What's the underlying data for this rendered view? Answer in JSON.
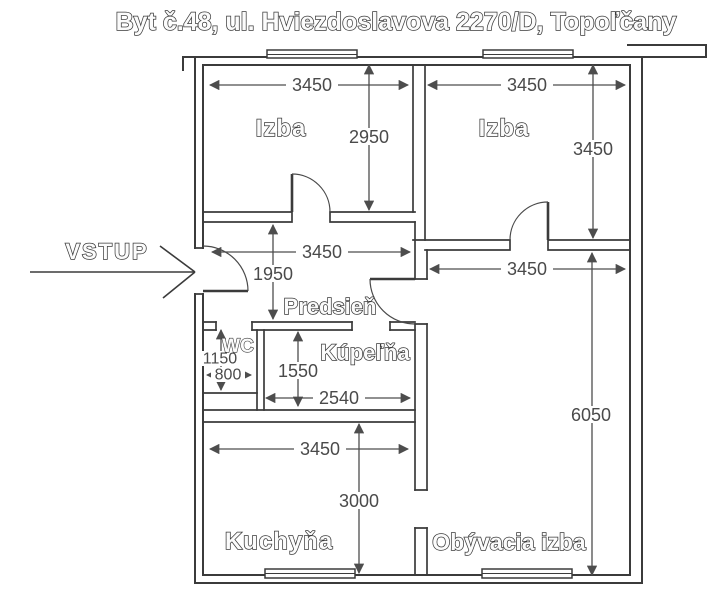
{
  "title": "Byt č.48, ul. Hviezdoslavova 2270/D, Topoľčany",
  "entrance": {
    "label": "VSTUP"
  },
  "rooms": {
    "izba1": {
      "name": "Izba",
      "width_mm": "3450",
      "height_mm": "2950"
    },
    "izba2": {
      "name": "Izba",
      "width_mm": "3450",
      "height_mm": "3450"
    },
    "predsien": {
      "name": "Predsieň",
      "width_mm": "3450",
      "height_mm": "1950"
    },
    "wc": {
      "name": "WC",
      "width_mm": "800",
      "height_mm": "1150"
    },
    "kupelna": {
      "name": "Kúpeľňa",
      "width_mm": "2540",
      "height_mm": "1550"
    },
    "kuchyna": {
      "name": "Kuchyňa",
      "width_mm": "3450",
      "height_mm": "3000"
    },
    "obyvacia": {
      "name": "Obývacia izba",
      "width_mm": "3450",
      "height_mm": "6050"
    }
  },
  "colors": {
    "line": "#3b3b3b",
    "dimension": "#4d4d4d",
    "background": "#ffffff"
  }
}
